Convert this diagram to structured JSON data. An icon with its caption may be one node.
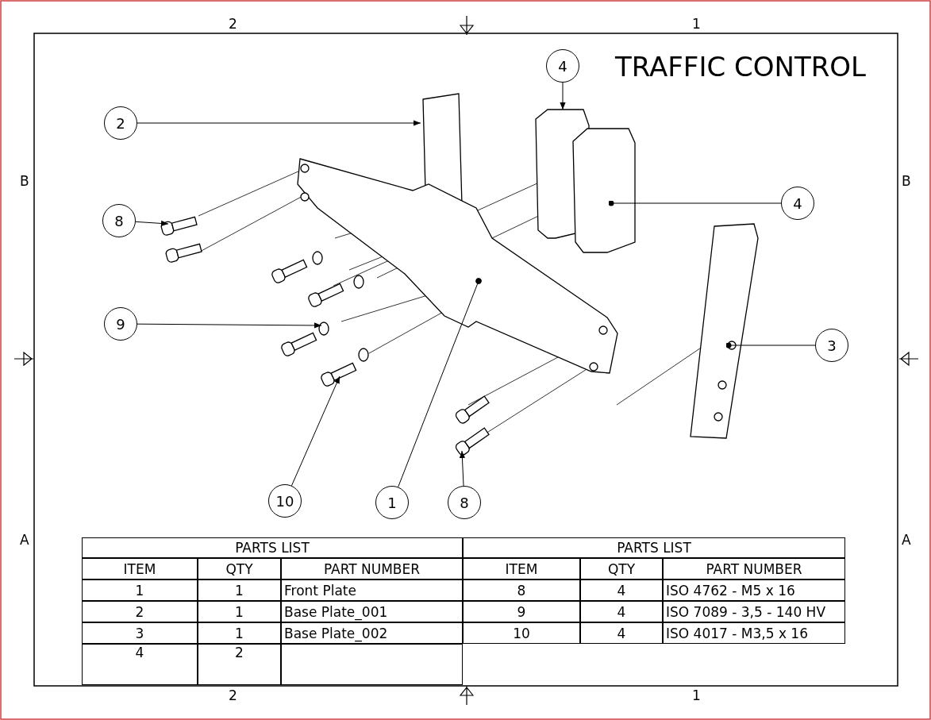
{
  "diagram": {
    "title": "TRAFFIC CONTROL",
    "nodes": [
      {
        "text": [
          "2"
        ]
      },
      {
        "text": [
          "4"
        ]
      },
      {
        "text": [
          "8"
        ]
      },
      {
        "text": [
          "9"
        ]
      },
      {
        "text": [
          "10"
        ]
      },
      {
        "text": [
          "1"
        ]
      },
      {
        "text": [
          "8"
        ]
      },
      {
        "text": [
          "4"
        ]
      },
      {
        "text": [
          "3"
        ]
      }
    ],
    "edges": [
      {
        "from": 0,
        "to": null,
        "arrow": "to"
      },
      {
        "from": 1,
        "to": null,
        "arrow": "to"
      },
      {
        "from": 2,
        "to": null,
        "arrow": "to"
      },
      {
        "from": 3,
        "to": null,
        "arrow": "to"
      },
      {
        "from": 4,
        "to": null,
        "arrow": "to"
      },
      {
        "from": 5,
        "to": null,
        "arrow": "other"
      },
      {
        "from": 6,
        "to": null,
        "arrow": "to"
      },
      {
        "from": 7,
        "to": null,
        "arrow": "other"
      },
      {
        "from": 8,
        "to": null,
        "arrow": "other"
      }
    ],
    "labels": [
      "2",
      "1",
      "B",
      "B",
      "A",
      "A",
      "PARTS LIST",
      "PARTS LIST",
      "ITEM",
      "QTY",
      "PART NUMBER",
      "ITEM",
      "QTY",
      "PART NUMBER",
      "1",
      "1",
      "Front Plate",
      "8",
      "4",
      "ISO 4762 - M5 x 16",
      "2",
      "1",
      "Base Plate_001",
      "9",
      "4",
      "ISO 7089 - 3,5 - 140 HV",
      "3",
      "1",
      "Base Plate_002",
      "10",
      "4",
      "ISO 4017 - M3,5 x 16",
      "4",
      "2",
      "2",
      "1"
    ]
  }
}
